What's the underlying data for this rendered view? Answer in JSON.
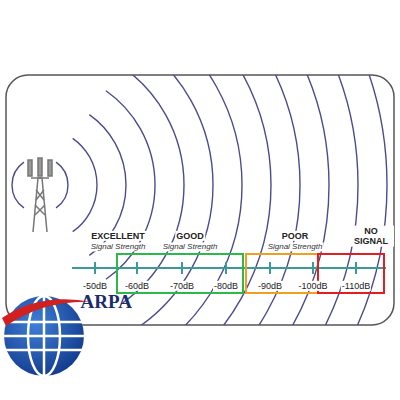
{
  "diagram": {
    "labels": [
      "EXCELLENT",
      "Signal Strength",
      "GOOD",
      "Signal Strength",
      "POOR",
      "Signal Strength",
      "NO SIGNAL",
      "-50dB",
      "-60dB",
      "-70dB",
      "-80dB",
      "-90dB",
      "-100dB",
      "-110dB",
      "ARPA"
    ]
  }
}
